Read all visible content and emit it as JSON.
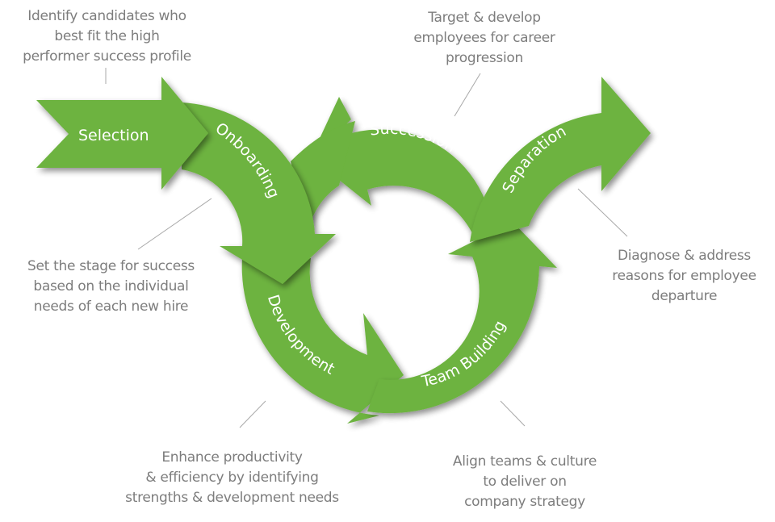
{
  "title": "Employee lifecycle diagram",
  "colors": {
    "accent": "#6db33f",
    "text": "#7d7d7d",
    "label": "#ffffff"
  },
  "stages": [
    {
      "id": "selection",
      "label": "Selection",
      "description": "Identify candidates who\nbest fit the high\nperformer success profile"
    },
    {
      "id": "onboarding",
      "label": "Onboarding",
      "description": "Set the stage for success\nbased on the individual\nneeds of each new hire"
    },
    {
      "id": "development",
      "label": "Development",
      "description": "Enhance productivity\n& efficiency by identifying\nstrengths & development needs"
    },
    {
      "id": "team-building",
      "label": "Team Building",
      "description": "Align teams & culture\nto deliver on\ncompany strategy"
    },
    {
      "id": "succession",
      "label": "Succession",
      "description": "Target & develop\nemployees for career\nprogression"
    },
    {
      "id": "separation",
      "label": "Separation",
      "description": "Diagnose & address\nreasons for employee\ndeparture"
    }
  ]
}
